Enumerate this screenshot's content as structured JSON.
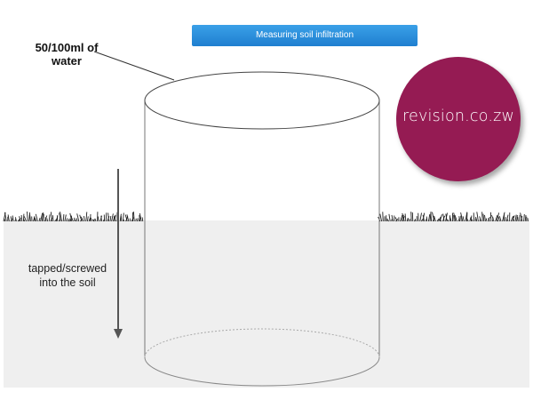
{
  "title": "Measuring soil infiltration",
  "labels": {
    "water_line1": "50/100ml of",
    "water_line2": "water",
    "soil_line1": "tapped/screwed",
    "soil_line2": "into the soil"
  },
  "watermark": "revision.co.zw",
  "colors": {
    "banner": "#1f7fd0",
    "soil": "#efefef",
    "watermark_bg": "#951b53",
    "grass": "#222222"
  }
}
